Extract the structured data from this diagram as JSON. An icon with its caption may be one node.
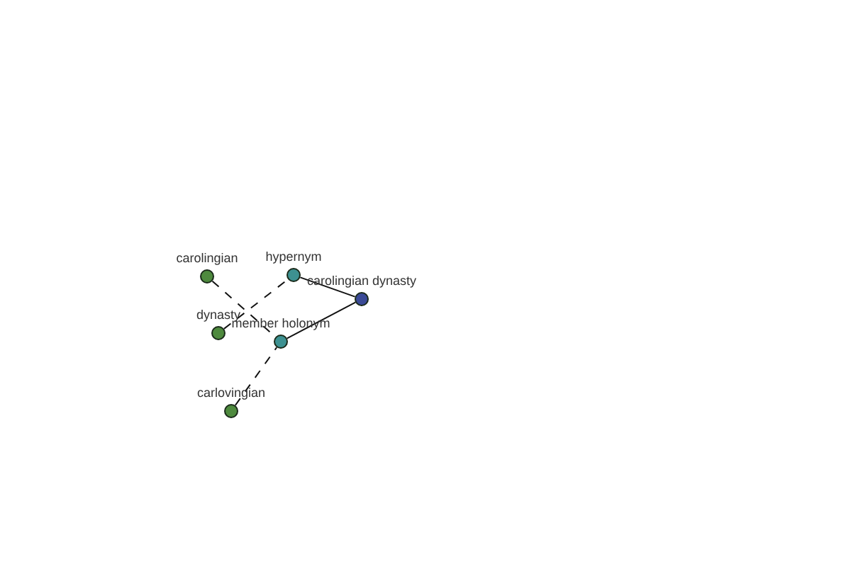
{
  "diagram": {
    "nodes": [
      {
        "text": [
          "carolingian"
        ]
      },
      {
        "text": [
          "hypernym"
        ]
      },
      {
        "text": [
          "carolingian dynasty"
        ]
      },
      {
        "text": [
          "dynasty"
        ]
      },
      {
        "text": [
          "member holonym"
        ]
      },
      {
        "text": [
          "carlovingian"
        ]
      }
    ],
    "edges": [
      {
        "from": 1,
        "to": 2,
        "arrow": "none"
      },
      {
        "from": 4,
        "to": 2,
        "arrow": "none"
      },
      {
        "from": 0,
        "to": 4,
        "arrow": "none",
        "style": "dashed"
      },
      {
        "from": 3,
        "to": 1,
        "arrow": "none",
        "style": "dashed"
      },
      {
        "from": 5,
        "to": 4,
        "arrow": "none",
        "style": "dashed"
      }
    ]
  }
}
